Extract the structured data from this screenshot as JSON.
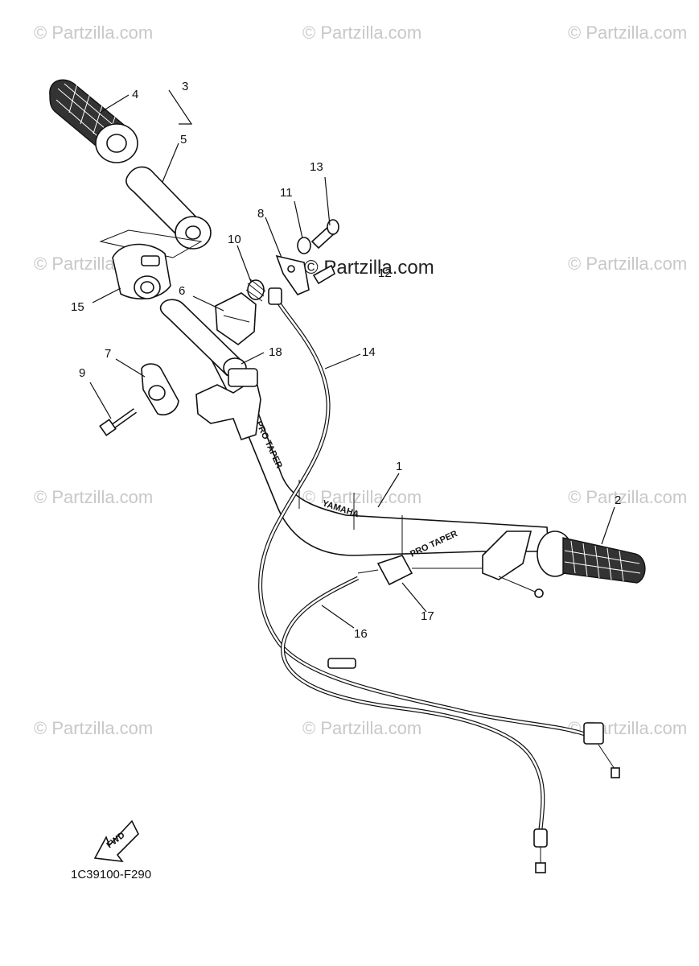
{
  "watermark": {
    "text": "© Partzilla.com",
    "center_text": "© Partzilla.com"
  },
  "callouts": {
    "c1": "1",
    "c2": "2",
    "c3": "3",
    "c4": "4",
    "c5": "5",
    "c6": "6",
    "c7": "7",
    "c8": "8",
    "c9": "9",
    "c10": "10",
    "c11": "11",
    "c12": "12",
    "c13": "13",
    "c14": "14",
    "c15": "15",
    "c16": "16",
    "c17": "17",
    "c18": "18"
  },
  "bar_labels": {
    "brand": "YAMAHA",
    "maker_left": "PRO TAPER",
    "maker_right": "PRO TAPER"
  },
  "fwd_label": "FWD",
  "diagram_code": "1C39100-F290",
  "colors": {
    "watermark": "#c8c8c8",
    "ink": "#111111",
    "background": "#ffffff"
  }
}
